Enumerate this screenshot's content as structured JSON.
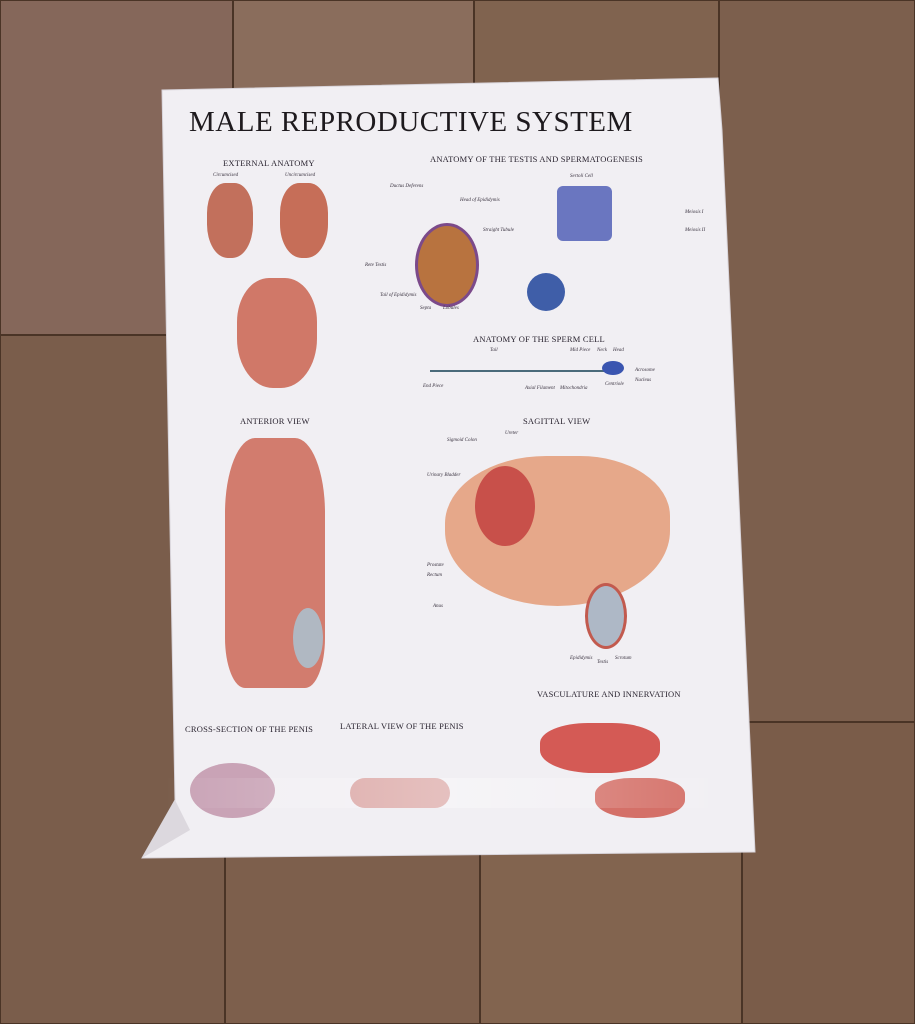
{
  "poster": {
    "title": "MALE REPRODUCTIVE SYSTEM",
    "sections": {
      "external_anatomy": "EXTERNAL ANATOMY",
      "testis": "ANATOMY OF THE TESTIS AND SPERMATOGENESIS",
      "sperm_cell": "ANATOMY OF THE SPERM CELL",
      "anterior_view": "ANTERIOR VIEW",
      "sagittal_view": "SAGITTAL VIEW",
      "vasculature": "VASCULATURE AND INNERVATION",
      "cross_section": "CROSS-SECTION OF THE PENIS",
      "lateral_view": "LATERAL VIEW OF THE PENIS"
    },
    "external_labels": [
      "Circumcised",
      "Uncircumcised"
    ],
    "sperm_labels": [
      "Tail",
      "Mid Piece",
      "Neck",
      "Head",
      "End Piece",
      "Axial Filament",
      "Mitochondria",
      "Centriole",
      "Nucleus",
      "Acrosome"
    ],
    "testis_labels": [
      "Ductus Deferens",
      "Head of Epididymis",
      "Straight Tubule",
      "Rete Testis",
      "Tail of Epididymis",
      "Septa",
      "Lobules",
      "Sertoli Cell",
      "Meiosis I",
      "Meiosis II"
    ],
    "sagittal_labels": [
      "Sigmoid Colon",
      "Ureter",
      "Urinary Bladder",
      "Prostate",
      "Rectum",
      "Anus",
      "Epididymis",
      "Testis",
      "Scrotum"
    ]
  },
  "colors": {
    "wood": "#7f6250",
    "paper": "#f1eff3",
    "tissue": "#c86a5e",
    "title": "#1e1a1e"
  }
}
